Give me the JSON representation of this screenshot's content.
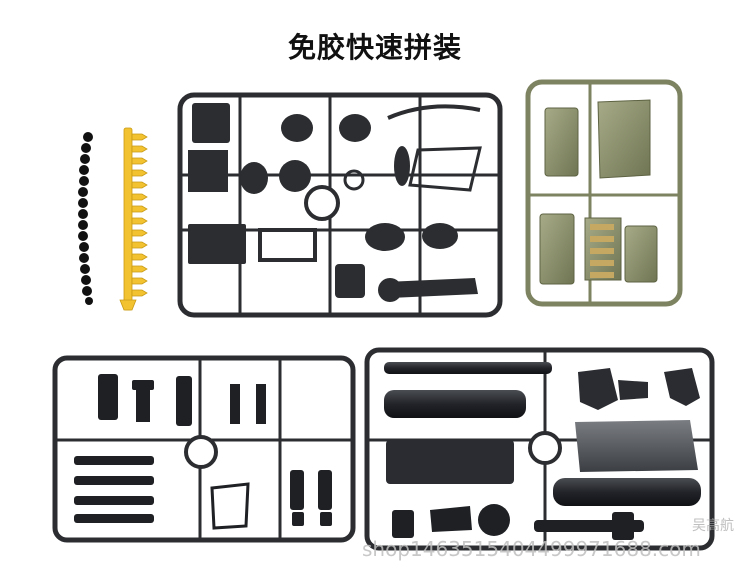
{
  "title": "免胶快速拼装",
  "watermark": "吴高航",
  "shop_url": "shop1463515404499971688.com",
  "colors": {
    "background": "#ffffff",
    "sprue_dark": "#2b2d30",
    "sprue_olive": "#8a8f6a",
    "bullet_yellow": "#f2c230",
    "bead_black": "#111111"
  }
}
